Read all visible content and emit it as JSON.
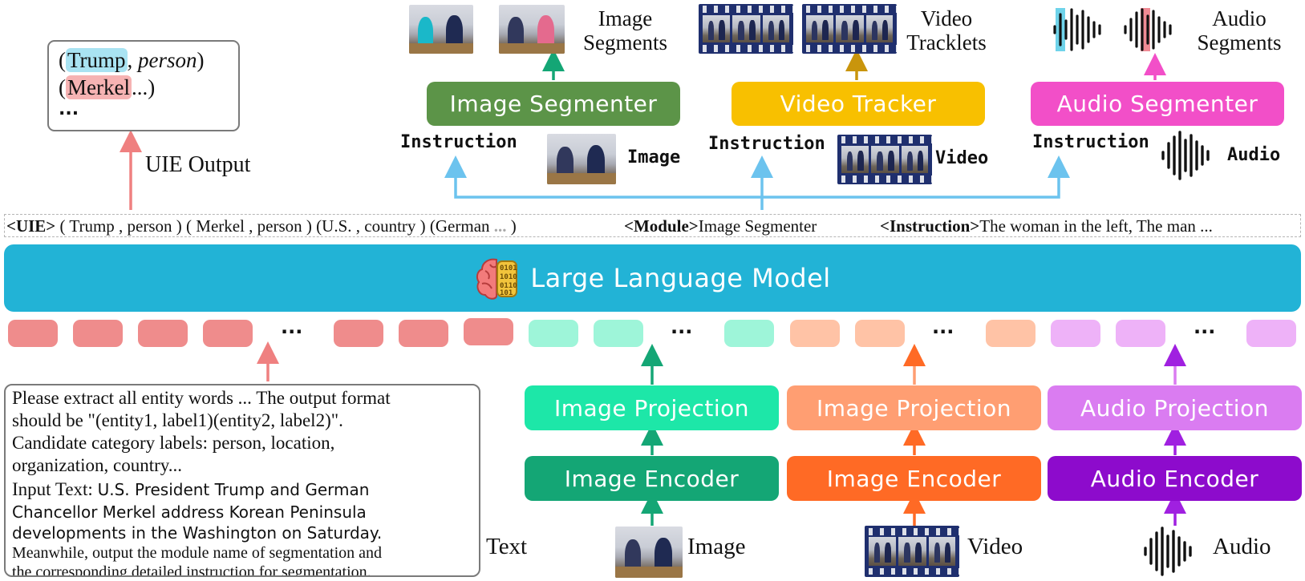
{
  "uie_output_box": {
    "line1_open": "(",
    "line1_entity": "Trump",
    "line1_sep": ", ",
    "line1_label": "person",
    "line1_close": ")",
    "line2_open": "(",
    "line2_entity": "Merkel",
    "line2_rest": "...)",
    "line3": "..."
  },
  "uie_output_label": "UIE Output",
  "top_modules": {
    "image_segmenter": "Image Segmenter",
    "video_tracker": "Video Tracker",
    "audio_segmenter": "Audio Segmenter"
  },
  "top_outputs": {
    "image_line1": "Image",
    "image_line2": "Segments",
    "video_line1": "Video",
    "video_line2": "Tracklets",
    "audio_line1": "Audio",
    "audio_line2": "Segments"
  },
  "instruction_row": {
    "instruction1": "Instruction",
    "image": "Image",
    "instruction2": "Instruction",
    "video": "Video",
    "instruction3": "Instruction",
    "audio": "Audio"
  },
  "output_seq": {
    "uie_tag": "<UIE>",
    "uie_text": " ( Trump , person ) ( Merkel ,  person ) (U.S. , country ) (German",
    "uie_dots": " ...",
    "uie_close": " )",
    "module_tag": "<Module>",
    "module_text": "Image Segmenter",
    "instruction_tag": "<Instruction>",
    "instruction_text": "The woman in the left, The man ..."
  },
  "llm_label": "Large Language Model",
  "token_ellipsis": "...",
  "bottom_modules": {
    "image_projection": "Image Projection",
    "video_projection": "Image Projection",
    "audio_projection": "Audio Projection",
    "image_encoder": "Image Encoder",
    "video_encoder": "Image Encoder",
    "audio_encoder": "Audio Encoder"
  },
  "bottom_inputs": {
    "text": "Text",
    "image": "Image",
    "video": "Video",
    "audio": "Audio"
  },
  "prompt_box": {
    "line1": "Please extract all entity words ... The output format",
    "line2": "should be \"(entity1, label1)(entity2, label2)\".",
    "line3": "Candidate category labels: person, location,",
    "line4": "organization, country...",
    "line5_prefix": "Input Text: ",
    "line5_text": "U.S. President Trump and German",
    "line6": "Chancellor Merkel address Korean Peninsula",
    "line7": "developments in the Washington on Saturday.",
    "line8": "Meanwhile, output the module name of segmentation and",
    "line9": "the corresponding detailed instruction for segmentation."
  },
  "colors": {
    "image_segmenter": "#5c9448",
    "video_tracker": "#f8c000",
    "audio_segmenter": "#f24fc8",
    "llm": "#22b3d6",
    "image_projection": "#1de7a8",
    "image_encoder": "#14a675",
    "video_projection": "#ff9e72",
    "video_encoder": "#ff6a25",
    "audio_projection": "#da7cf1",
    "audio_encoder": "#8d0bcc",
    "text_token": "#ef8c8c",
    "image_token": "#9ef5d9",
    "video_token": "#ffc3a6",
    "audio_token": "#eeb2f8",
    "arrow_blue": "#6cc3ee",
    "arrow_red": "#ef8080",
    "highlight_blue": "#a9e3f2",
    "highlight_red": "#f6b3b3"
  }
}
